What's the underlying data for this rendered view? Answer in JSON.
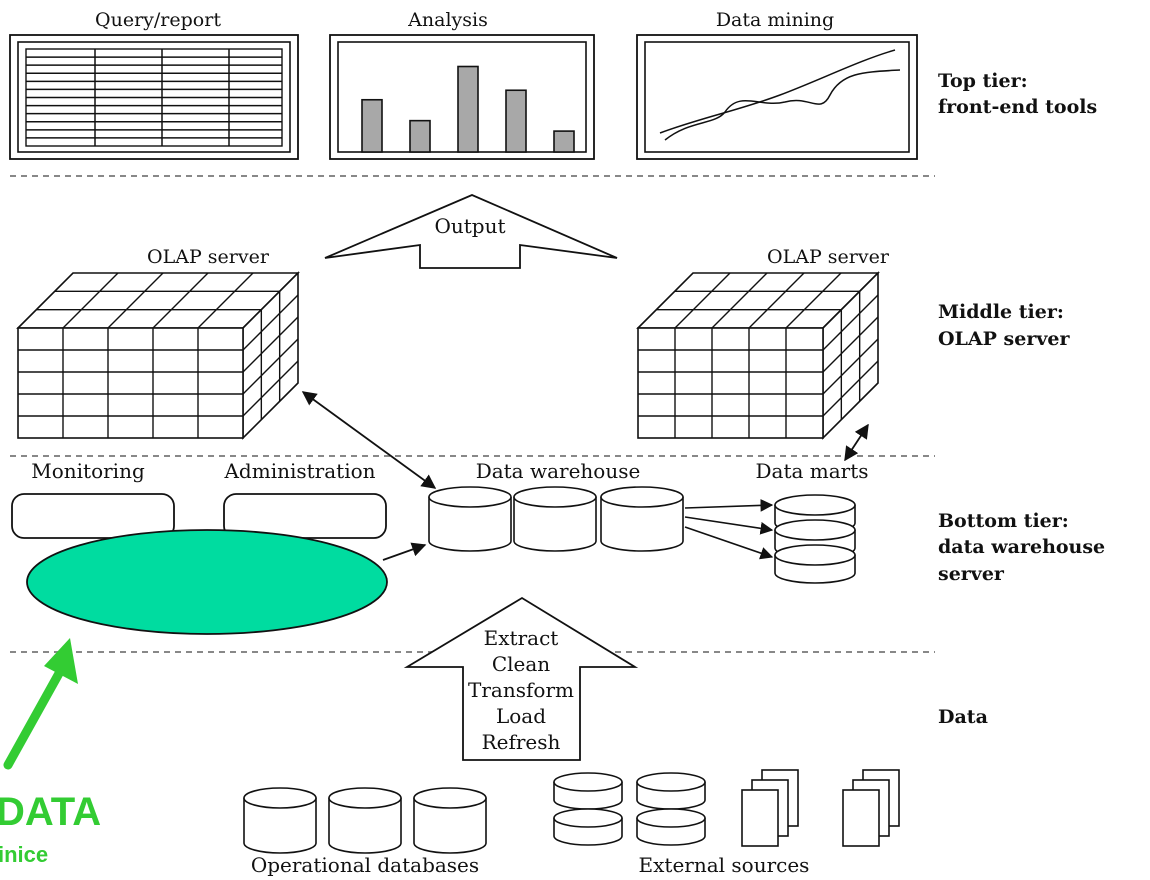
{
  "tools": {
    "query_report": "Query/report",
    "analysis": "Analysis",
    "data_mining": "Data mining"
  },
  "tiers": {
    "top_1": "Top tier:",
    "top_2": "front-end tools",
    "middle_1": "Middle tier:",
    "middle_2": "OLAP server",
    "bottom_1": "Bottom tier:",
    "bottom_2": "data warehouse",
    "bottom_3": "server",
    "data": "Data"
  },
  "output_label": "Output",
  "olap_left": "OLAP server",
  "olap_right": "OLAP server",
  "monitoring": "Monitoring",
  "administration": "Administration",
  "data_warehouse": "Data warehouse",
  "data_marts": "Data marts",
  "etl": {
    "extract": "Extract",
    "clean": "Clean",
    "transform": "Transform",
    "load": "Load",
    "refresh": "Refresh"
  },
  "operational_databases": "Operational databases",
  "external_sources": "External sources",
  "annotation": {
    "big": "DATA",
    "small": "inice"
  },
  "analysis_bar_values": [
    0.55,
    0.33,
    0.9,
    0.65,
    0.22
  ],
  "colors": {
    "ellipse_fill": "#00dca0",
    "annotation_green": "#33cc33",
    "bar_fill": "#a8a8a8",
    "divider": "#888888"
  }
}
